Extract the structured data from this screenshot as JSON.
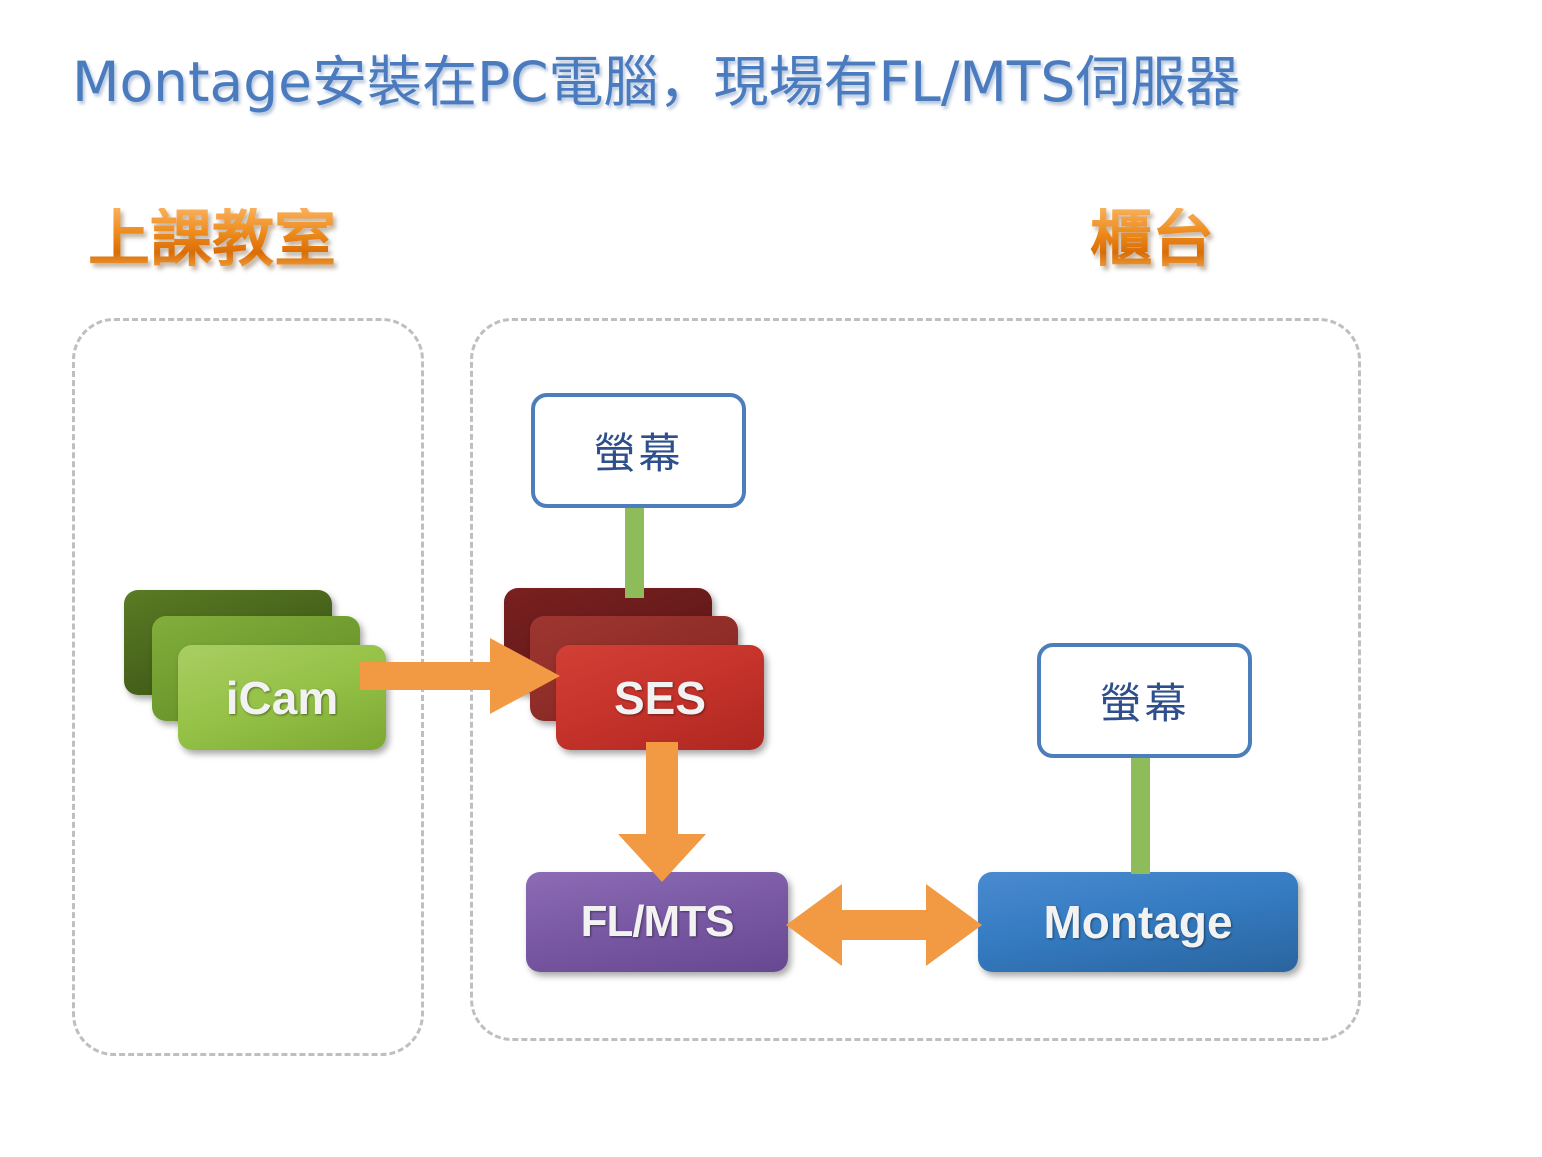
{
  "slide": {
    "title": "Montage安裝在PC電腦，現場有FL/MTS伺服器",
    "title_color": "#4A7BBF",
    "background": "#FFFFFF"
  },
  "zones": [
    {
      "id": "classroom",
      "label": "上課教室",
      "label_color": "#E07A13",
      "border_style": "dashed",
      "border_color": "#BFBFBF"
    },
    {
      "id": "counter",
      "label": "櫃台",
      "label_color": "#E07A13",
      "border_style": "dashed",
      "border_color": "#BFBFBF"
    }
  ],
  "nodes": {
    "icam": {
      "label": "iCam",
      "color": "#95C247",
      "stacked": true,
      "stack_count": 3,
      "zone": "classroom"
    },
    "ses": {
      "label": "SES",
      "color": "#C5332B",
      "stacked": true,
      "stack_count": 3,
      "zone": "counter"
    },
    "flmts": {
      "label": "FL/MTS",
      "color": "#7B5AA5",
      "stacked": false,
      "zone": "counter"
    },
    "montage": {
      "label": "Montage",
      "color": "#357CC2",
      "stacked": false,
      "zone": "counter"
    },
    "screen_ses": {
      "label": "螢幕",
      "color": "#FFFFFF",
      "border_color": "#4C7EBC",
      "text_color": "#2E4F8B",
      "zone": "counter"
    },
    "screen_montage": {
      "label": "螢幕",
      "color": "#FFFFFF",
      "border_color": "#4C7EBC",
      "text_color": "#2E4F8B",
      "zone": "counter"
    }
  },
  "connectors": [
    {
      "id": "icam-to-ses",
      "from": "icam",
      "to": "ses",
      "kind": "arrow",
      "direction": "right",
      "color": "#F29A43"
    },
    {
      "id": "ses-to-flmts",
      "from": "ses",
      "to": "flmts",
      "kind": "arrow",
      "direction": "down",
      "color": "#F29A43"
    },
    {
      "id": "flmts-to-montage",
      "from": "flmts",
      "to": "montage",
      "kind": "arrow",
      "direction": "both",
      "color": "#F29A43"
    },
    {
      "id": "screen-ses-link",
      "from": "screen_ses",
      "to": "ses",
      "kind": "line",
      "color": "#8FBC5A"
    },
    {
      "id": "screen-montage-link",
      "from": "screen_montage",
      "to": "montage",
      "kind": "line",
      "color": "#8FBC5A"
    }
  ]
}
